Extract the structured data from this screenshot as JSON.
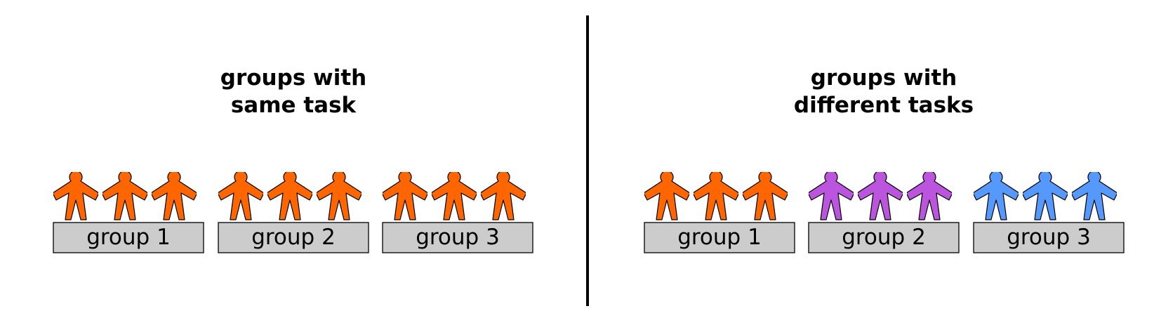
{
  "colors": {
    "orange": "#ff6600",
    "purple": "#bb55dd",
    "blue": "#5599ff",
    "bench": "#cccccc",
    "divider": "#000000"
  },
  "icons": {
    "person": "person-icon"
  },
  "panels": [
    {
      "title_line1": "groups with",
      "title_line2": "same task",
      "groups": [
        {
          "label": "group 1",
          "people": 3,
          "color": "#ff6600"
        },
        {
          "label": "group 2",
          "people": 3,
          "color": "#ff6600"
        },
        {
          "label": "group 3",
          "people": 3,
          "color": "#ff6600"
        }
      ]
    },
    {
      "title_line1": "groups with",
      "title_line2": "different tasks",
      "groups": [
        {
          "label": "group 1",
          "people": 3,
          "color": "#ff6600"
        },
        {
          "label": "group 2",
          "people": 3,
          "color": "#bb55dd"
        },
        {
          "label": "group 3",
          "people": 3,
          "color": "#5599ff"
        }
      ]
    }
  ]
}
